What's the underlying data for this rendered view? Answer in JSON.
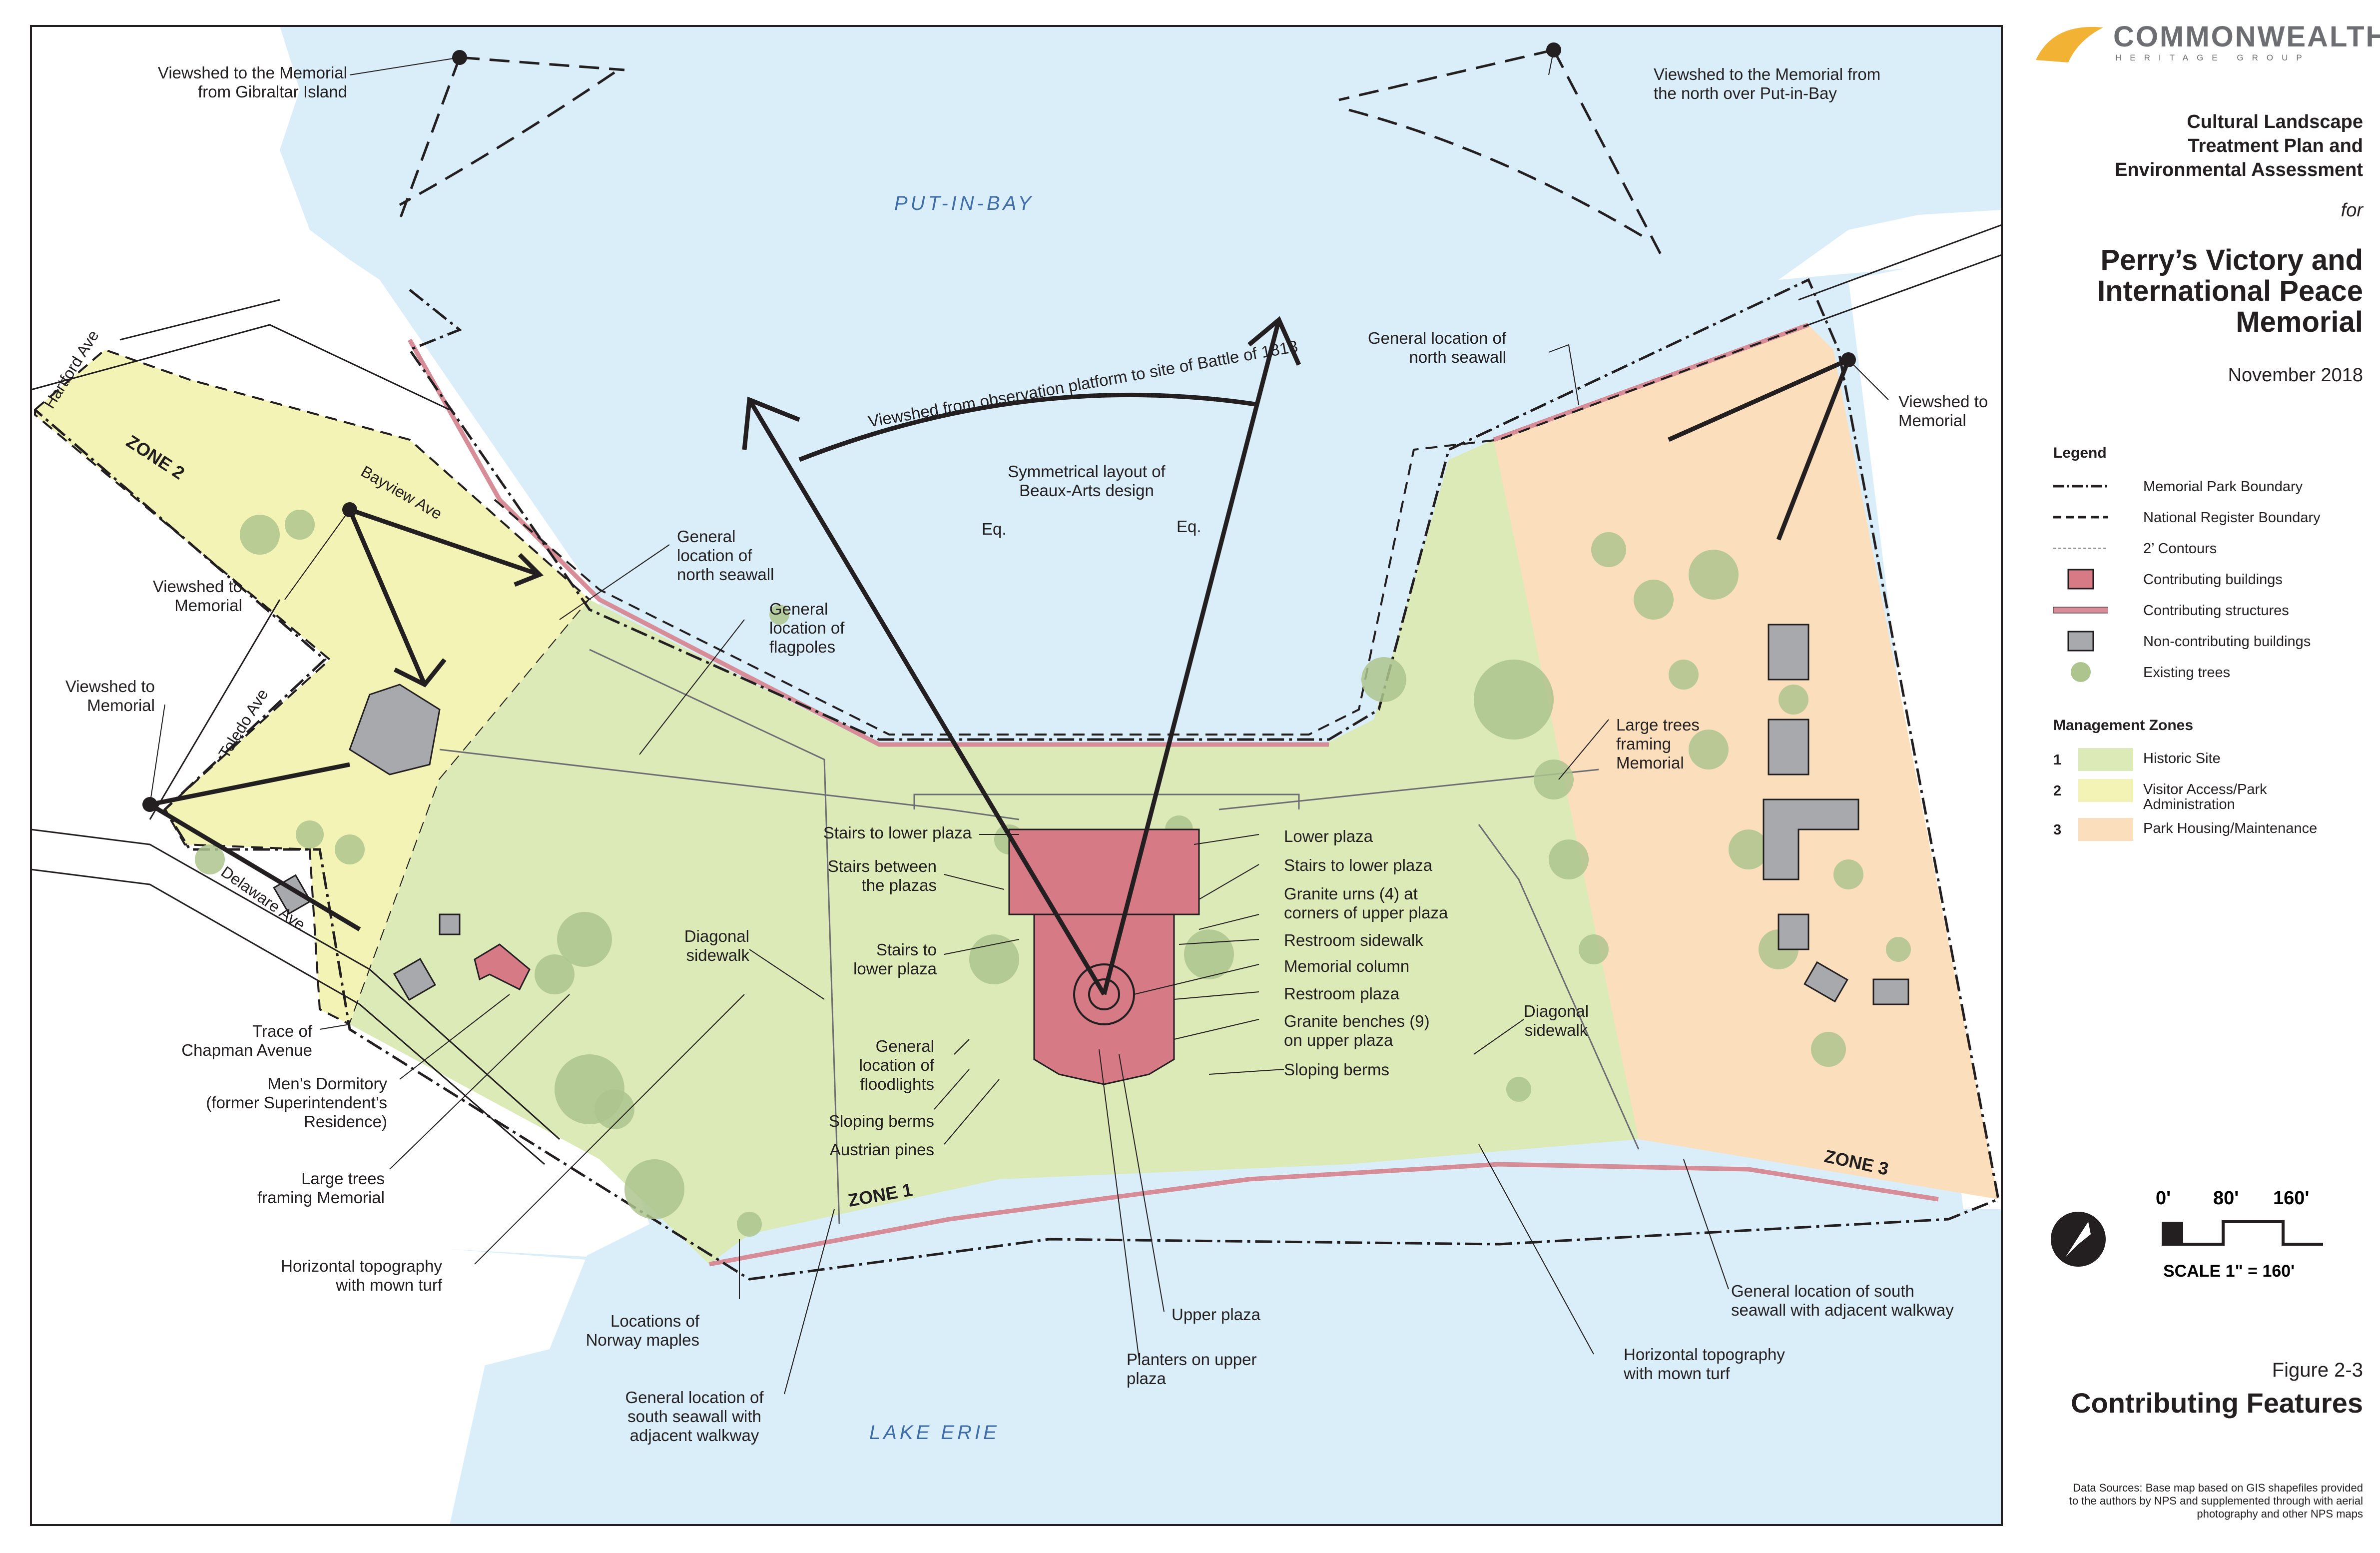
{
  "colors": {
    "water": "#daeef9",
    "zone1_historic_site": "#dceab8",
    "zone2_visitor_access": "#f3f3b5",
    "zone3_park_housing": "#fbdfbc",
    "contributing_buildings": "#d67a85",
    "contributing_structures": "#d68d98",
    "non_contributing_buildings": "#a7a9ac",
    "existing_trees": "#adc48e",
    "logo_gold": "#f2b234"
  },
  "map": {
    "water_labels": {
      "put_in_bay": "PUT-IN-BAY",
      "lake_erie": "LAKE ERIE"
    },
    "streets": {
      "hartford": "Hartford Ave",
      "bayview": "Bayview Ave",
      "toledo": "Toledo Ave",
      "delaware": "Delaware Ave"
    },
    "zones": {
      "zone1": "ZONE 1",
      "zone2": "ZONE 2",
      "zone3": "ZONE 3"
    },
    "annotations": {
      "viewshed_gibraltar": [
        "Viewshed to the Memorial",
        "from Gibraltar Island"
      ],
      "viewshed_north": [
        "Viewshed to the Memorial from",
        "the north over Put-in-Bay"
      ],
      "viewshed_observation": "Viewshed from observation platform to site of Battle of 1813",
      "symmetrical_layout": [
        "Symmetrical layout of",
        "Beaux-Arts design"
      ],
      "eq_left": "Eq.",
      "eq_right": "Eq.",
      "north_seawall_right": [
        "General location of",
        "north seawall"
      ],
      "viewshed_memorial_right": [
        "Viewshed to",
        "Memorial"
      ],
      "north_seawall_left": [
        "General",
        "location of",
        "north seawall"
      ],
      "flagpoles": [
        "General",
        "location of",
        "flagpoles"
      ],
      "viewshed_memorial_left1": [
        "Viewshed to",
        "Memorial"
      ],
      "viewshed_memorial_left2": [
        "Viewshed to",
        "Memorial"
      ],
      "stairs_lower_plaza_top": "Stairs to lower plaza",
      "stairs_between": [
        "Stairs between",
        "the plazas"
      ],
      "stairs_lower_plaza_left": [
        "Stairs to",
        "lower plaza"
      ],
      "diagonal_sidewalk_left": [
        "Diagonal",
        "sidewalk"
      ],
      "floodlights": [
        "General",
        "location of",
        "floodlights"
      ],
      "sloping_berms_left": "Sloping berms",
      "austrian_pines": "Austrian pines",
      "lower_plaza": "Lower plaza",
      "stairs_lower_plaza_right": "Stairs to lower plaza",
      "granite_urns": [
        "Granite urns (4) at",
        "corners of upper plaza"
      ],
      "restroom_sidewalk": "Restroom sidewalk",
      "memorial_column": "Memorial column",
      "restroom_plaza": "Restroom plaza",
      "granite_benches": [
        "Granite benches (9)",
        "on upper plaza"
      ],
      "sloping_berms_right": "Sloping berms",
      "diagonal_sidewalk_right": [
        "Diagonal",
        "sidewalk"
      ],
      "large_trees_right": [
        "Large trees",
        "framing",
        "Memorial"
      ],
      "trace_chapman": [
        "Trace of",
        "Chapman Avenue"
      ],
      "mens_dormitory": [
        "Men’s Dormitory",
        "(former Superintendent’s",
        "Residence)"
      ],
      "large_trees_left": [
        "Large trees",
        "framing Memorial"
      ],
      "horizontal_topo_left": [
        "Horizontal topography",
        "with mown turf"
      ],
      "norway_maples": [
        "Locations of",
        "Norway maples"
      ],
      "south_seawall_left": [
        "General location of",
        "south seawall with",
        "adjacent walkway"
      ],
      "upper_plaza": "Upper plaza",
      "planters": [
        "Planters on upper",
        "plaza"
      ],
      "south_seawall_right": [
        "General location of south",
        "seawall with adjacent walkway"
      ],
      "horizontal_topo_right": [
        "Horizontal topography",
        "with mown turf"
      ]
    }
  },
  "sidebar": {
    "logo": {
      "name": "COMMONWEALTH",
      "sub": "HERITAGE GROUP"
    },
    "doc_title_lines": [
      "Cultural Landscape",
      "Treatment Plan and",
      "Environmental Assessment"
    ],
    "doc_for": "for",
    "project_title_lines": [
      "Perry’s Victory and",
      "International Peace",
      "Memorial"
    ],
    "date": "November 2018",
    "legend_title": "Legend",
    "legend": [
      {
        "label": "Memorial Park Boundary",
        "symbol": "dash-dot-line"
      },
      {
        "label": "National Register Boundary",
        "symbol": "dashed-line"
      },
      {
        "label": "2’ Contours",
        "symbol": "thin-dashed-line"
      },
      {
        "label": "Contributing buildings",
        "symbol": "red-box"
      },
      {
        "label": "Contributing structures",
        "symbol": "pink-bar"
      },
      {
        "label": "Non-contributing buildings",
        "symbol": "gray-box"
      },
      {
        "label": "Existing trees",
        "symbol": "tree-circle"
      }
    ],
    "zones_title": "Management Zones",
    "zones": [
      {
        "num": "1",
        "label": "Historic Site",
        "color": "#dceab8"
      },
      {
        "num": "2",
        "label": "Visitor Access/Park Administration",
        "color": "#f3f3b5"
      },
      {
        "num": "3",
        "label": "Park Housing/Maintenance",
        "color": "#fbdfbc"
      }
    ],
    "scale": {
      "ticks": [
        "0'",
        "80'",
        "160'"
      ],
      "text": "SCALE 1\" = 160'"
    },
    "figure_number": "Figure 2-3",
    "figure_title": "Contributing Features",
    "sources": "Data Sources: Base map based on GIS shapefiles provided to the authors by NPS and supplemented through with aerial photography and other NPS maps"
  }
}
